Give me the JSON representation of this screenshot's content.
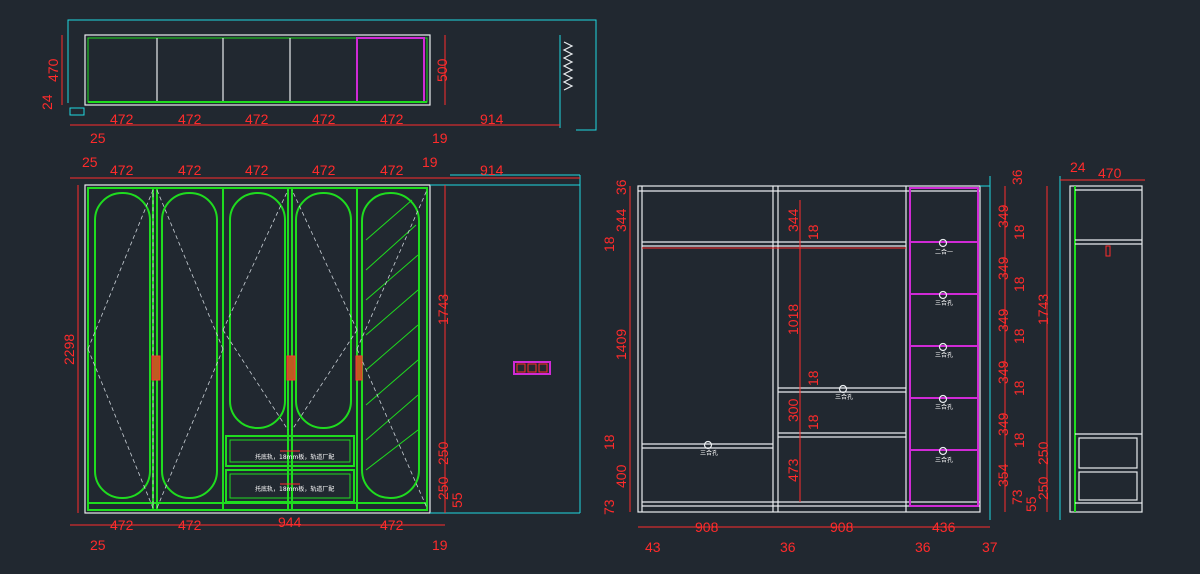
{
  "top_elevation": {
    "dims": {
      "d470": "470",
      "d24": "24",
      "d500": "500",
      "w1": "472",
      "w2": "472",
      "w3": "472",
      "w4": "472",
      "w5": "472",
      "d25": "25",
      "d19": "19",
      "d914": "914"
    }
  },
  "front_elevation": {
    "dims": {
      "t25": "25",
      "t1": "472",
      "t2": "472",
      "t3": "472",
      "t4": "472",
      "t5": "472",
      "t19": "19",
      "t914": "914",
      "h2298": "2298",
      "h1743": "1743",
      "h250a": "250",
      "h250b": "250",
      "h55": "55",
      "b1": "472",
      "b2": "472",
      "b944": "944",
      "b3": "472",
      "b25": "25",
      "b19": "19"
    },
    "notes": {
      "drawer1": "托底轨，18mm板，轨道厂配",
      "drawer2": "托底轨，18mm板，轨道厂配"
    }
  },
  "interior_elevation": {
    "dims": {
      "l36": "36",
      "l344": "344",
      "l18a": "18",
      "l1409": "1409",
      "l18b": "18",
      "l400": "400",
      "l73": "73",
      "m344": "344",
      "m18a": "18",
      "m1018": "1018",
      "m18b": "18",
      "m300": "300",
      "m18c": "18",
      "m473": "473",
      "r36": "36",
      "r349a": "349",
      "r18a": "18",
      "r349b": "349",
      "r18b": "18",
      "r349c": "349",
      "r18c": "18",
      "r349d": "349",
      "r18d": "18",
      "r349e": "349",
      "r18e": "18",
      "r354": "354",
      "r73": "73",
      "b908a": "908",
      "b908b": "908",
      "b436": "436",
      "b43": "43",
      "b36a": "36",
      "b36b": "36",
      "b37": "37"
    },
    "notes": {
      "n1": "二合一",
      "n2": "三合孔",
      "n3": "三合孔",
      "n4": "三合孔",
      "n5": "三合孔",
      "n6": "三合孔",
      "n7": "三合孔"
    }
  },
  "side_elevation": {
    "dims": {
      "d24": "24",
      "d470": "470",
      "d1743": "1743",
      "d250a": "250",
      "d250b": "250",
      "d55": "55"
    }
  }
}
